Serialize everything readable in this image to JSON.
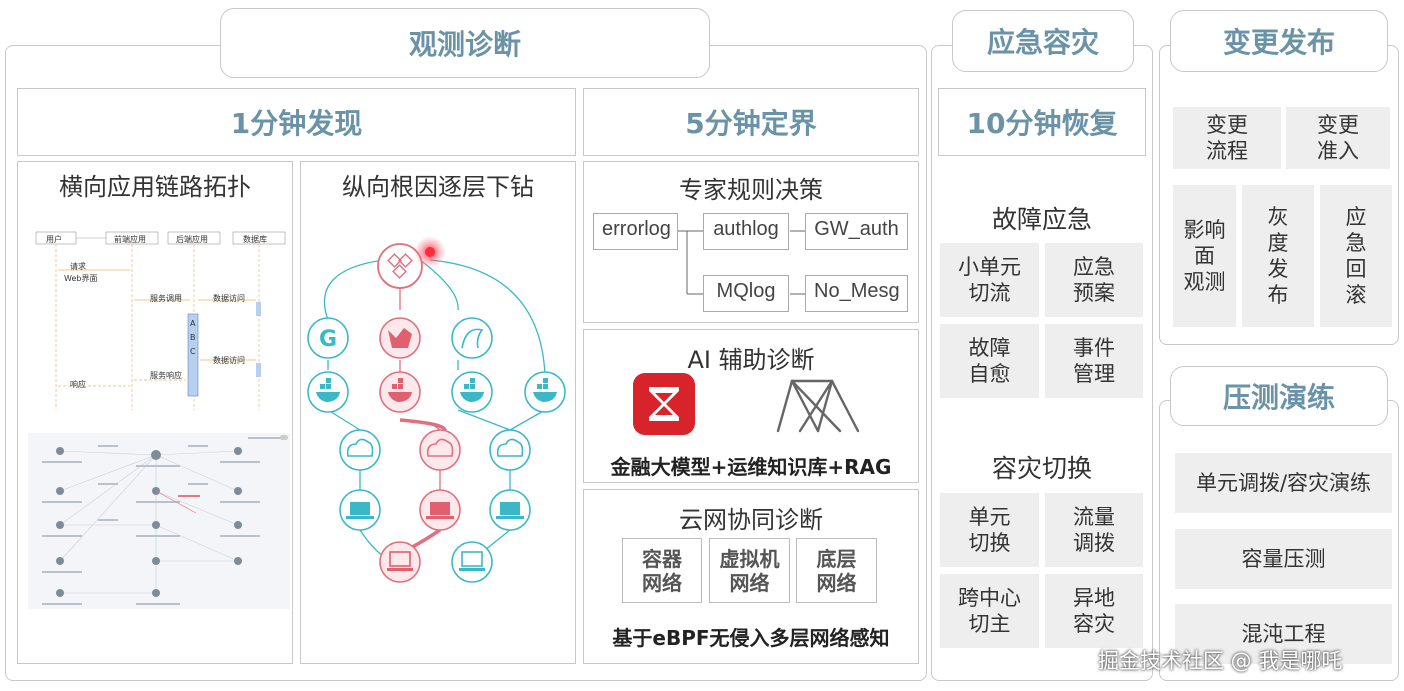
{
  "observe": {
    "tab": "观测诊断",
    "col1_header": "1分钟发现",
    "col2_header": "5分钟定界",
    "topology": {
      "title": "横向应用链路拓扑",
      "seq_actors": [
        "用户",
        "前端应用",
        "后端应用",
        "数据库"
      ],
      "seq_msgs": [
        "请求",
        "Web界面",
        "服务调用",
        "数据访问",
        "数据访问",
        "服务响应",
        "响应"
      ],
      "seq_activation": [
        "A",
        "B",
        "C"
      ]
    },
    "drill": {
      "title": "纵向根因逐层下钻"
    },
    "expert": {
      "title": "专家规则决策",
      "nodes": [
        "errorlog",
        "authlog",
        "GW_auth",
        "MQlog",
        "No_Mesg"
      ]
    },
    "ai": {
      "title": "AI 辅助诊断",
      "subtitle": "金融大模型+运维知识库+RAG"
    },
    "cloudnet": {
      "title": "云网协同诊断",
      "boxes": [
        "容器\n网络",
        "虚拟机\n网络",
        "底层\n网络"
      ],
      "subtitle": "基于eBPF无侵入多层网络感知"
    }
  },
  "emergency": {
    "tab": "应急容灾",
    "header": "10分钟恢复",
    "fault_title": "故障应急",
    "fault_items": [
      "小单元\n切流",
      "应急\n预案",
      "故障\n自愈",
      "事件\n管理"
    ],
    "dr_title": "容灾切换",
    "dr_items": [
      "单元\n切换",
      "流量\n调拨",
      "跨中心\n切主",
      "异地\n容灾"
    ]
  },
  "change": {
    "tab": "变更发布",
    "items_top": [
      "变更\n流程",
      "变更\n准入"
    ],
    "items_bottom": [
      "影响\n面\n观测",
      "灰\n度\n发\n布",
      "应\n急\n回\n滚"
    ]
  },
  "drill_ex": {
    "tab": "压测演练",
    "items": [
      "单元调拨/容灾演练",
      "容量压测",
      "混沌工程"
    ]
  },
  "watermark": "掘金技术社区 @ 我是哪吒",
  "colors": {
    "accent": "#6b93a8",
    "red": "#e0455a",
    "teal": "#3bb8c8"
  }
}
